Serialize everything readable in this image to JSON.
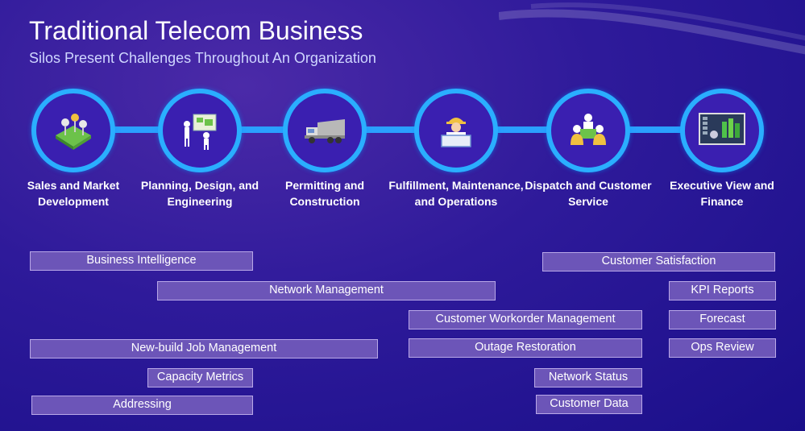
{
  "header": {
    "title": "Traditional Telecom Business",
    "subtitle": "Silos Present Challenges Throughout An Organization"
  },
  "stages": [
    {
      "label": "Sales and Market Development",
      "icon": "map-pins-icon"
    },
    {
      "label": "Planning, Design, and Engineering",
      "icon": "engineers-blueprint-icon"
    },
    {
      "label": "Permitting and Construction",
      "icon": "dump-truck-icon"
    },
    {
      "label": "Fulfillment, Maintenance, and Operations",
      "icon": "worker-laptop-icon"
    },
    {
      "label": "Dispatch and Customer Service",
      "icon": "service-team-icon"
    },
    {
      "label": "Executive View and Finance",
      "icon": "dashboard-chart-icon"
    }
  ],
  "silos": {
    "business_intelligence": "Business Intelligence",
    "network_management": "Network Management",
    "customer_workorder_management": "Customer Workorder Management",
    "new_build_job_management": "New-build Job Management",
    "outage_restoration": "Outage Restoration",
    "capacity_metrics": "Capacity Metrics",
    "network_status": "Network Status",
    "addressing": "Addressing",
    "customer_data": "Customer Data",
    "customer_satisfaction": "Customer Satisfaction",
    "kpi_reports": "KPI Reports",
    "forecast": "Forecast",
    "ops_review": "Ops Review"
  },
  "colors": {
    "background": "#2e1a9a",
    "accent": "#2aaeff",
    "silo_fill": "#6c55b8",
    "silo_border": "#b9a8e8"
  }
}
